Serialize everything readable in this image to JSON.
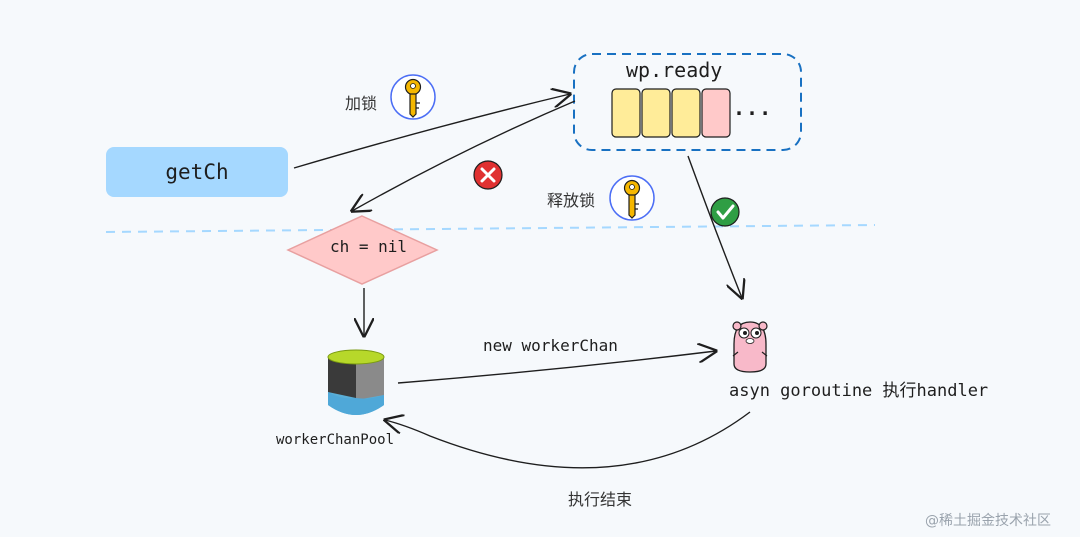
{
  "getch": {
    "label": "getCh"
  },
  "ready_queue": {
    "title": "wp.ready",
    "ellipsis": "...",
    "slot_colors": [
      "#ffec99",
      "#ffec99",
      "#ffec99",
      "#ffc9c9"
    ]
  },
  "decision": {
    "label": "ch = nil"
  },
  "lock": {
    "label": "加锁"
  },
  "unlock": {
    "label": "释放锁"
  },
  "new_worker": {
    "label": "new workerChan"
  },
  "goroutine": {
    "label": "asyn goroutine 执行handler"
  },
  "pool": {
    "label": "workerChanPool"
  },
  "done": {
    "label": "执行结束"
  },
  "watermark": {
    "text": "@稀土掘金技术社区"
  },
  "colors": {
    "getch_fill": "#a5d8ff",
    "queue_border": "#1971c2",
    "decision_fill": "#ffc9c9",
    "key_gold": "#f5b700",
    "fail_red": "#e03131",
    "ok_green": "#2f9e44",
    "separator": "#a5d8ff"
  }
}
